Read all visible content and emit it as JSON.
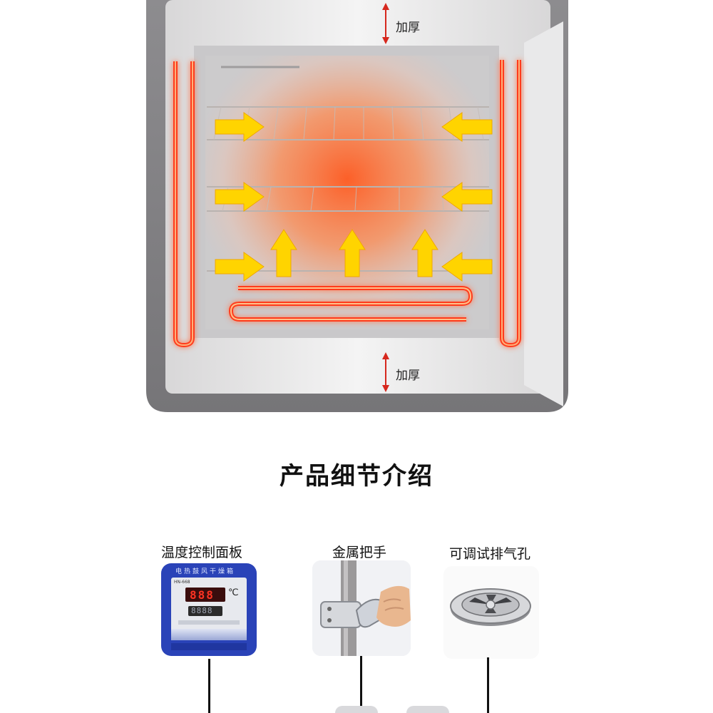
{
  "oven": {
    "thicken_top_label": "加厚",
    "thicken_bottom_label": "加厚",
    "colors": {
      "heat": "#ff4a1a",
      "arrow": "#ffd400",
      "frame": "#7a7a7d",
      "glow": "#ff7a3a"
    }
  },
  "section": {
    "title": "产品细节介绍"
  },
  "details": [
    {
      "label": "温度控制面板",
      "icon": "temperature-control-panel-image",
      "panel": {
        "header": "电热鼓风干燥箱",
        "model": "HN-668",
        "temp_display": "888",
        "unit": "℃",
        "sub_display": "8888"
      }
    },
    {
      "label": "金属把手",
      "icon": "metal-handle-image"
    },
    {
      "label": "可调试排气孔",
      "icon": "adjustable-vent-image"
    }
  ]
}
